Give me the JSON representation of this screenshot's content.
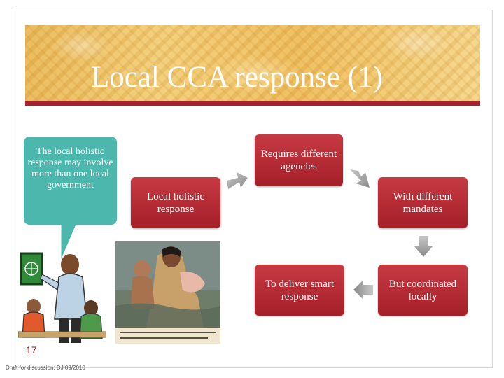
{
  "slide": {
    "title": "Local CCA response (1)",
    "page_number": "17",
    "footer": "Draft for discussion: DJ 09/2010",
    "speech_bubble_text": "The local holistic response may involve more than one local government"
  },
  "diagram": {
    "nodes": {
      "local_holistic": "Local holistic response",
      "requires_agencies": "Requires different agencies",
      "different_mandates": "With different mandates",
      "coordinated_locally": "But coordinated locally",
      "smart_response": "To deliver smart response"
    },
    "edges": [
      [
        "local_holistic",
        "requires_agencies"
      ],
      [
        "requires_agencies",
        "different_mandates"
      ],
      [
        "different_mandates",
        "coordinated_locally"
      ],
      [
        "coordinated_locally",
        "smart_response"
      ]
    ]
  },
  "colors": {
    "box": "#b02a33",
    "bubble": "#4cb8ad",
    "arrow": "#9a9a9a",
    "accent": "#a4222b"
  },
  "images": {
    "left_clipart": "teacher-at-chalkboard-clipart",
    "photo": "flood-mother-child-photo"
  }
}
